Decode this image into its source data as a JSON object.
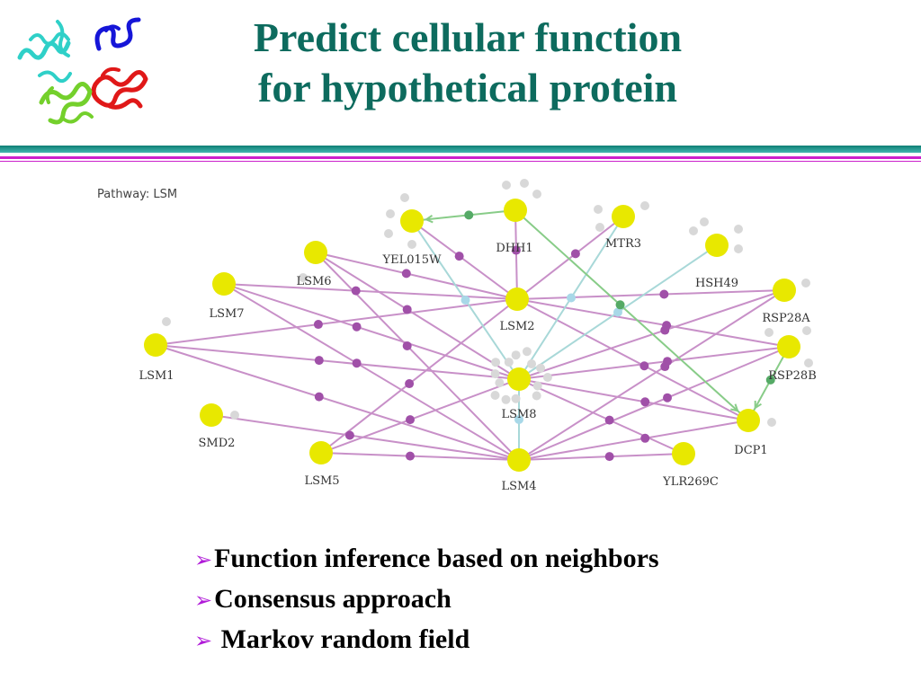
{
  "title": {
    "line1": "Predict cellular function",
    "line2": "for hypothetical protein"
  },
  "network": {
    "pathway_label": "Pathway: LSM",
    "nodes": [
      {
        "id": "LSM2",
        "label": "LSM2"
      },
      {
        "id": "LSM8",
        "label": "LSM8"
      },
      {
        "id": "LSM4",
        "label": "LSM4"
      },
      {
        "id": "LSM6",
        "label": "LSM6"
      },
      {
        "id": "LSM7",
        "label": "LSM7"
      },
      {
        "id": "LSM1",
        "label": "LSM1"
      },
      {
        "id": "SMD2",
        "label": "SMD2"
      },
      {
        "id": "LSM5",
        "label": "LSM5"
      },
      {
        "id": "YEL015W",
        "label": "YEL015W"
      },
      {
        "id": "DHH1",
        "label": "DHH1"
      },
      {
        "id": "MTR3",
        "label": "MTR3"
      },
      {
        "id": "HSH49",
        "label": "HSH49"
      },
      {
        "id": "RSP28A",
        "label": "RSP28A"
      },
      {
        "id": "RSP28B",
        "label": "RSP28B"
      },
      {
        "id": "DCP1",
        "label": "DCP1"
      },
      {
        "id": "YLR269C",
        "label": "YLR269C"
      }
    ],
    "colors": {
      "node": "#e8e800",
      "edge_purple": "#c890c8",
      "midpoint_purple": "#a050a8",
      "edge_teal": "#a8d8d8",
      "midpoint_teal": "#a8d8e8",
      "edge_green": "#88cc88",
      "midpoint_green": "#55aa66",
      "satellite": "#d8d8d8"
    }
  },
  "bullets": [
    {
      "arrow": "➢",
      "text": "Function inference based on neighbors"
    },
    {
      "arrow": "➢",
      "text": "Consensus approach"
    },
    {
      "arrow": "➢",
      "text": " Markov random field"
    }
  ]
}
